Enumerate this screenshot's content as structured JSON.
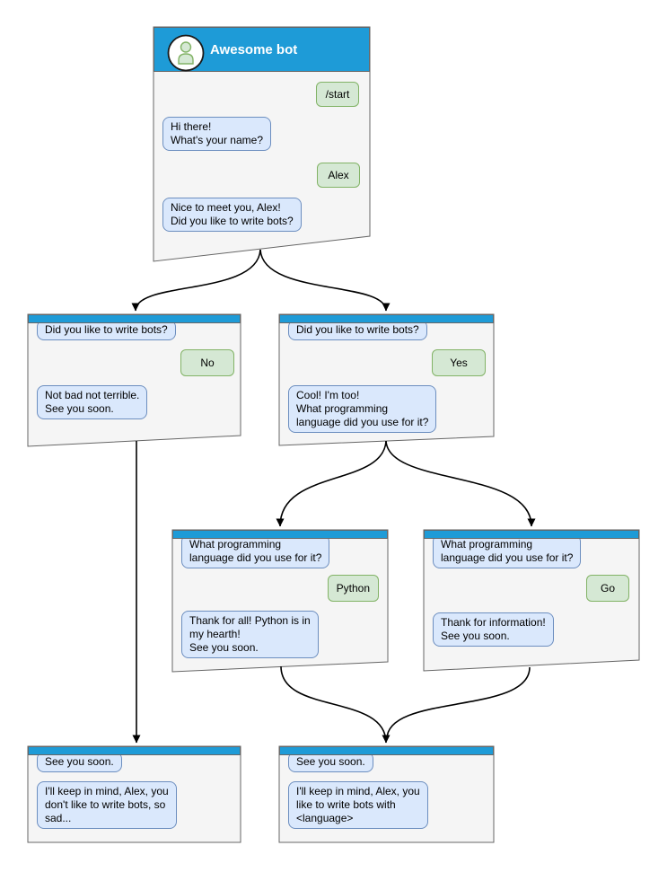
{
  "main_window": {
    "title": "Awesome bot",
    "messages": {
      "start_cmd": "/start",
      "greeting": "Hi there!\nWhat's your name?",
      "name_answer": "Alex",
      "nice_to_meet": "Nice to meet you, Alex!\nDid you like to write bots?"
    }
  },
  "no_branch": {
    "question": "Did you like to write bots?",
    "answer": "No",
    "reply": "Not bad not terrible.\nSee you soon."
  },
  "yes_branch": {
    "question": "Did you like to write bots?",
    "answer": "Yes",
    "reply": "Cool! I'm too!\nWhat programming\nlanguage did you use for it?"
  },
  "python_branch": {
    "question": "What programming\nlanguage did you use for it?",
    "answer": "Python",
    "reply": "Thank for all! Python is in\nmy hearth!\nSee you soon."
  },
  "go_branch": {
    "question": "What programming\nlanguage did you use for it?",
    "answer": "Go",
    "reply": "Thank for information!\nSee you soon."
  },
  "end_no_window": {
    "question": "See you soon.",
    "reply": "I'll keep in mind, Alex, you\ndon't like to write bots, so\nsad..."
  },
  "end_lang_window": {
    "question": "See you soon.",
    "reply": "I'll keep in mind, Alex, you\nlike to write bots with\n<language>"
  },
  "colors": {
    "header_blue": "#1E9BD7",
    "bot_bubble_fill": "#DAE8FC",
    "bot_bubble_border": "#6C8EBF",
    "user_bubble_fill": "#D5E8D4",
    "user_bubble_border": "#82B366",
    "window_fill": "#F5F5F5",
    "window_border": "#666666",
    "arrow": "#000000"
  }
}
